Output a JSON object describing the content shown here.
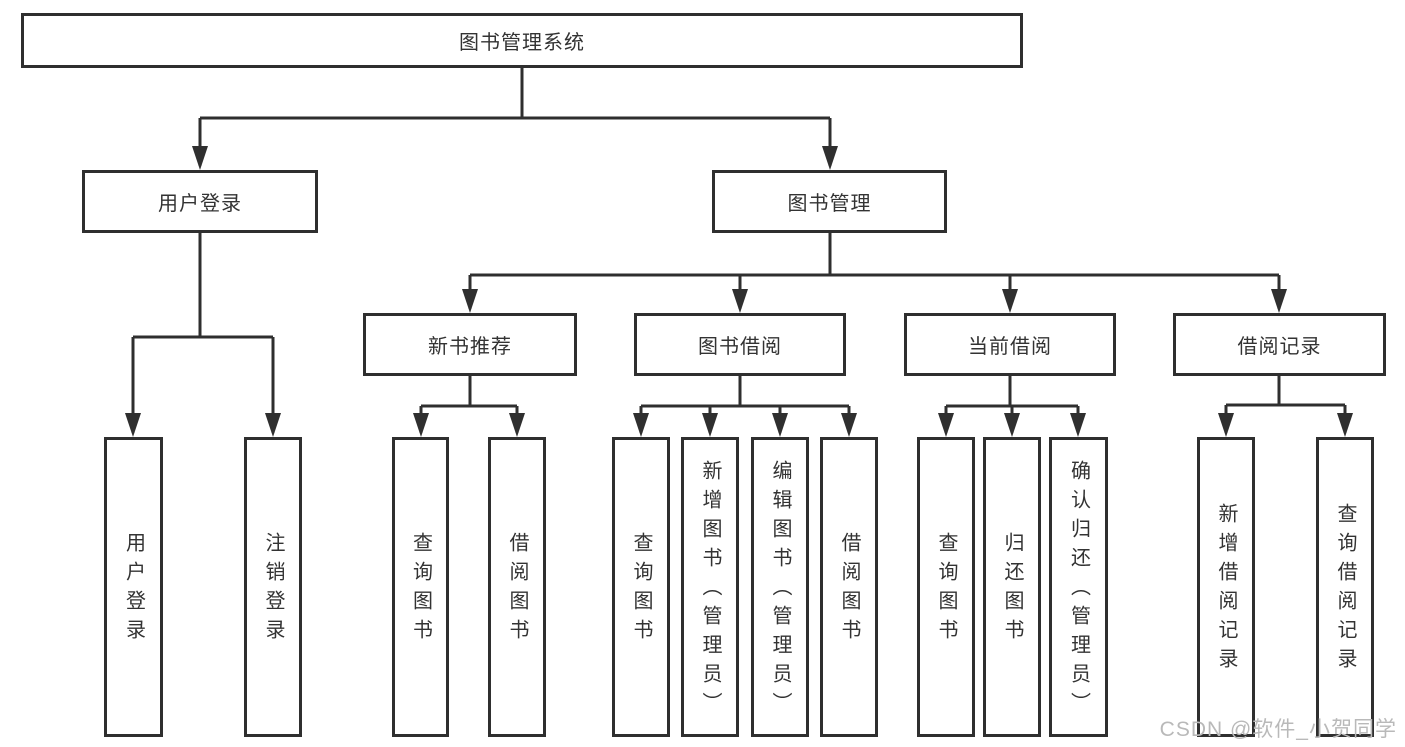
{
  "diagram": {
    "root": "图书管理系统",
    "level2": {
      "user_login": "用户登录",
      "book_mgmt": "图书管理"
    },
    "user_login_children": [
      "用户登录",
      "注销登录"
    ],
    "book_mgmt_children": {
      "new_book": "新书推荐",
      "book_borrow": "图书借阅",
      "current_borrow": "当前借阅",
      "borrow_record": "借阅记录"
    },
    "new_book_children": [
      "查询图书",
      "借阅图书"
    ],
    "book_borrow_children": [
      "查询图书",
      "新增图书（管理员）",
      "编辑图书（管理员）",
      "借阅图书"
    ],
    "current_borrow_children": [
      "查询图书",
      "归还图书",
      "确认归还（管理员）"
    ],
    "borrow_record_children": [
      "新增借阅记录",
      "查询借阅记录"
    ]
  },
  "colors": {
    "line": "#2f2f2f",
    "text": "#333333",
    "watermark": "#b9b9b9"
  },
  "watermark": "CSDN @软件_小贺同学"
}
